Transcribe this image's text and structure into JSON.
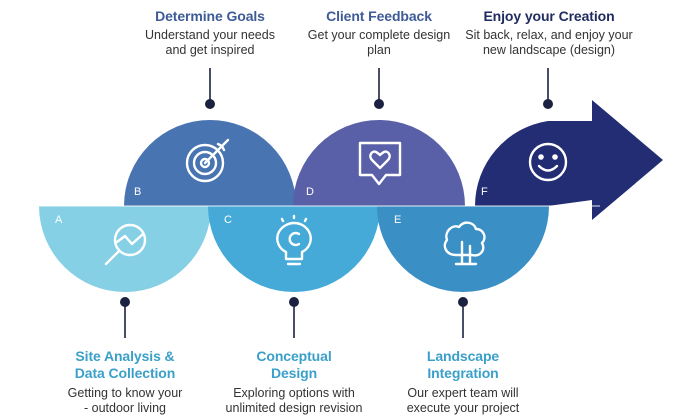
{
  "steps": [
    {
      "letter": "A",
      "title": [
        "Site Analysis &",
        "Data Collection"
      ],
      "desc": [
        "Getting to know your",
        "- outdoor living"
      ],
      "icon": "magnifier-chart-icon"
    },
    {
      "letter": "B",
      "title": [
        "Determine Goals"
      ],
      "desc": [
        "Understand your needs",
        "and get inspired"
      ],
      "icon": "target-icon"
    },
    {
      "letter": "C",
      "title": [
        "Conceptual",
        "Design"
      ],
      "desc": [
        "Exploring options with",
        "unlimited design revision"
      ],
      "icon": "lightbulb-icon"
    },
    {
      "letter": "D",
      "title": [
        "Client Feedback"
      ],
      "desc": [
        "Get your complete design",
        "plan"
      ],
      "icon": "heart-chat-icon"
    },
    {
      "letter": "E",
      "title": [
        "Landscape",
        "Integration"
      ],
      "desc": [
        "Our expert team will",
        "execute your project"
      ],
      "icon": "trees-icon"
    },
    {
      "letter": "F",
      "title": [
        "Enjoy your Creation"
      ],
      "desc": [
        "Sit back, relax, and enjoy your",
        "new landscape (design)"
      ],
      "icon": "smiley-icon"
    }
  ],
  "colors": {
    "A": "#86d0e6",
    "B": "#4874b2",
    "C": "#45aad8",
    "D": "#5a60a8",
    "E": "#3a8fc5",
    "F": "#232d73",
    "title_top": "#3e5b97",
    "title_bottom": "#3aa0c9"
  }
}
